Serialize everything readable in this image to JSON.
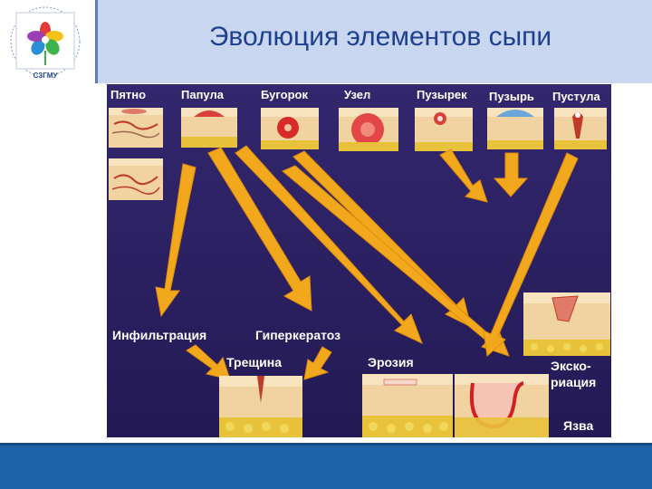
{
  "slide": {
    "title": "Эволюция элементов сыпи",
    "logo_text": "СЗГМУ"
  },
  "diagram": {
    "primary_elements": [
      "Пятно",
      "Папула",
      "Бугорок",
      "Узел",
      "Пузырек",
      "Пузырь",
      "Пустула"
    ],
    "secondary_elements": {
      "infiltration": "Инфильтрация",
      "hyperkeratosis": "Гиперкератоз",
      "fissure": "Трещина",
      "erosion": "Эрозия",
      "excoriation_line1": "Экско-",
      "excoriation_line2": "риация",
      "ulcer": "Язва"
    }
  },
  "colors": {
    "header_bg": "#c9d6f0",
    "title_color": "#1f3f8f",
    "diagram_bg": "#2b1f63",
    "arrow": "#f2a81d",
    "footer_bg": "#1c63a8"
  }
}
